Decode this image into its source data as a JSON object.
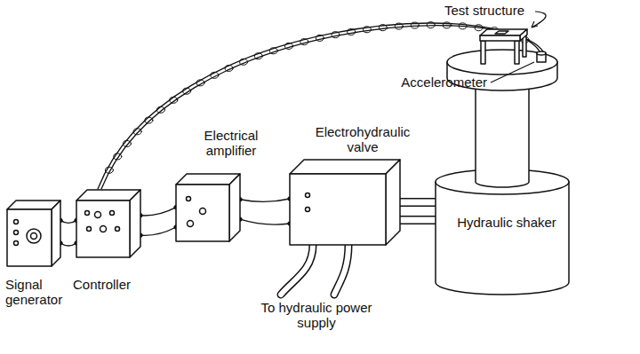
{
  "diagram": {
    "nodes": [
      {
        "text": [
          "Signal generator"
        ]
      },
      {
        "text": [
          "Controller"
        ]
      },
      {
        "text": [
          "Electrical amplifier"
        ]
      },
      {
        "text": [
          "Electrohydraulic valve"
        ]
      },
      {
        "text": [
          "Hydraulic shaker"
        ]
      }
    ],
    "edges": [
      {
        "from": 0,
        "to": 1,
        "arrow": "none"
      },
      {
        "from": 1,
        "to": 2,
        "arrow": "none"
      },
      {
        "from": 2,
        "to": 3,
        "arrow": "none"
      },
      {
        "from": 3,
        "to": 4,
        "arrow": "none"
      }
    ],
    "labels": [
      "Test structure",
      "Accelerometer",
      "To hydraulic power supply"
    ]
  }
}
